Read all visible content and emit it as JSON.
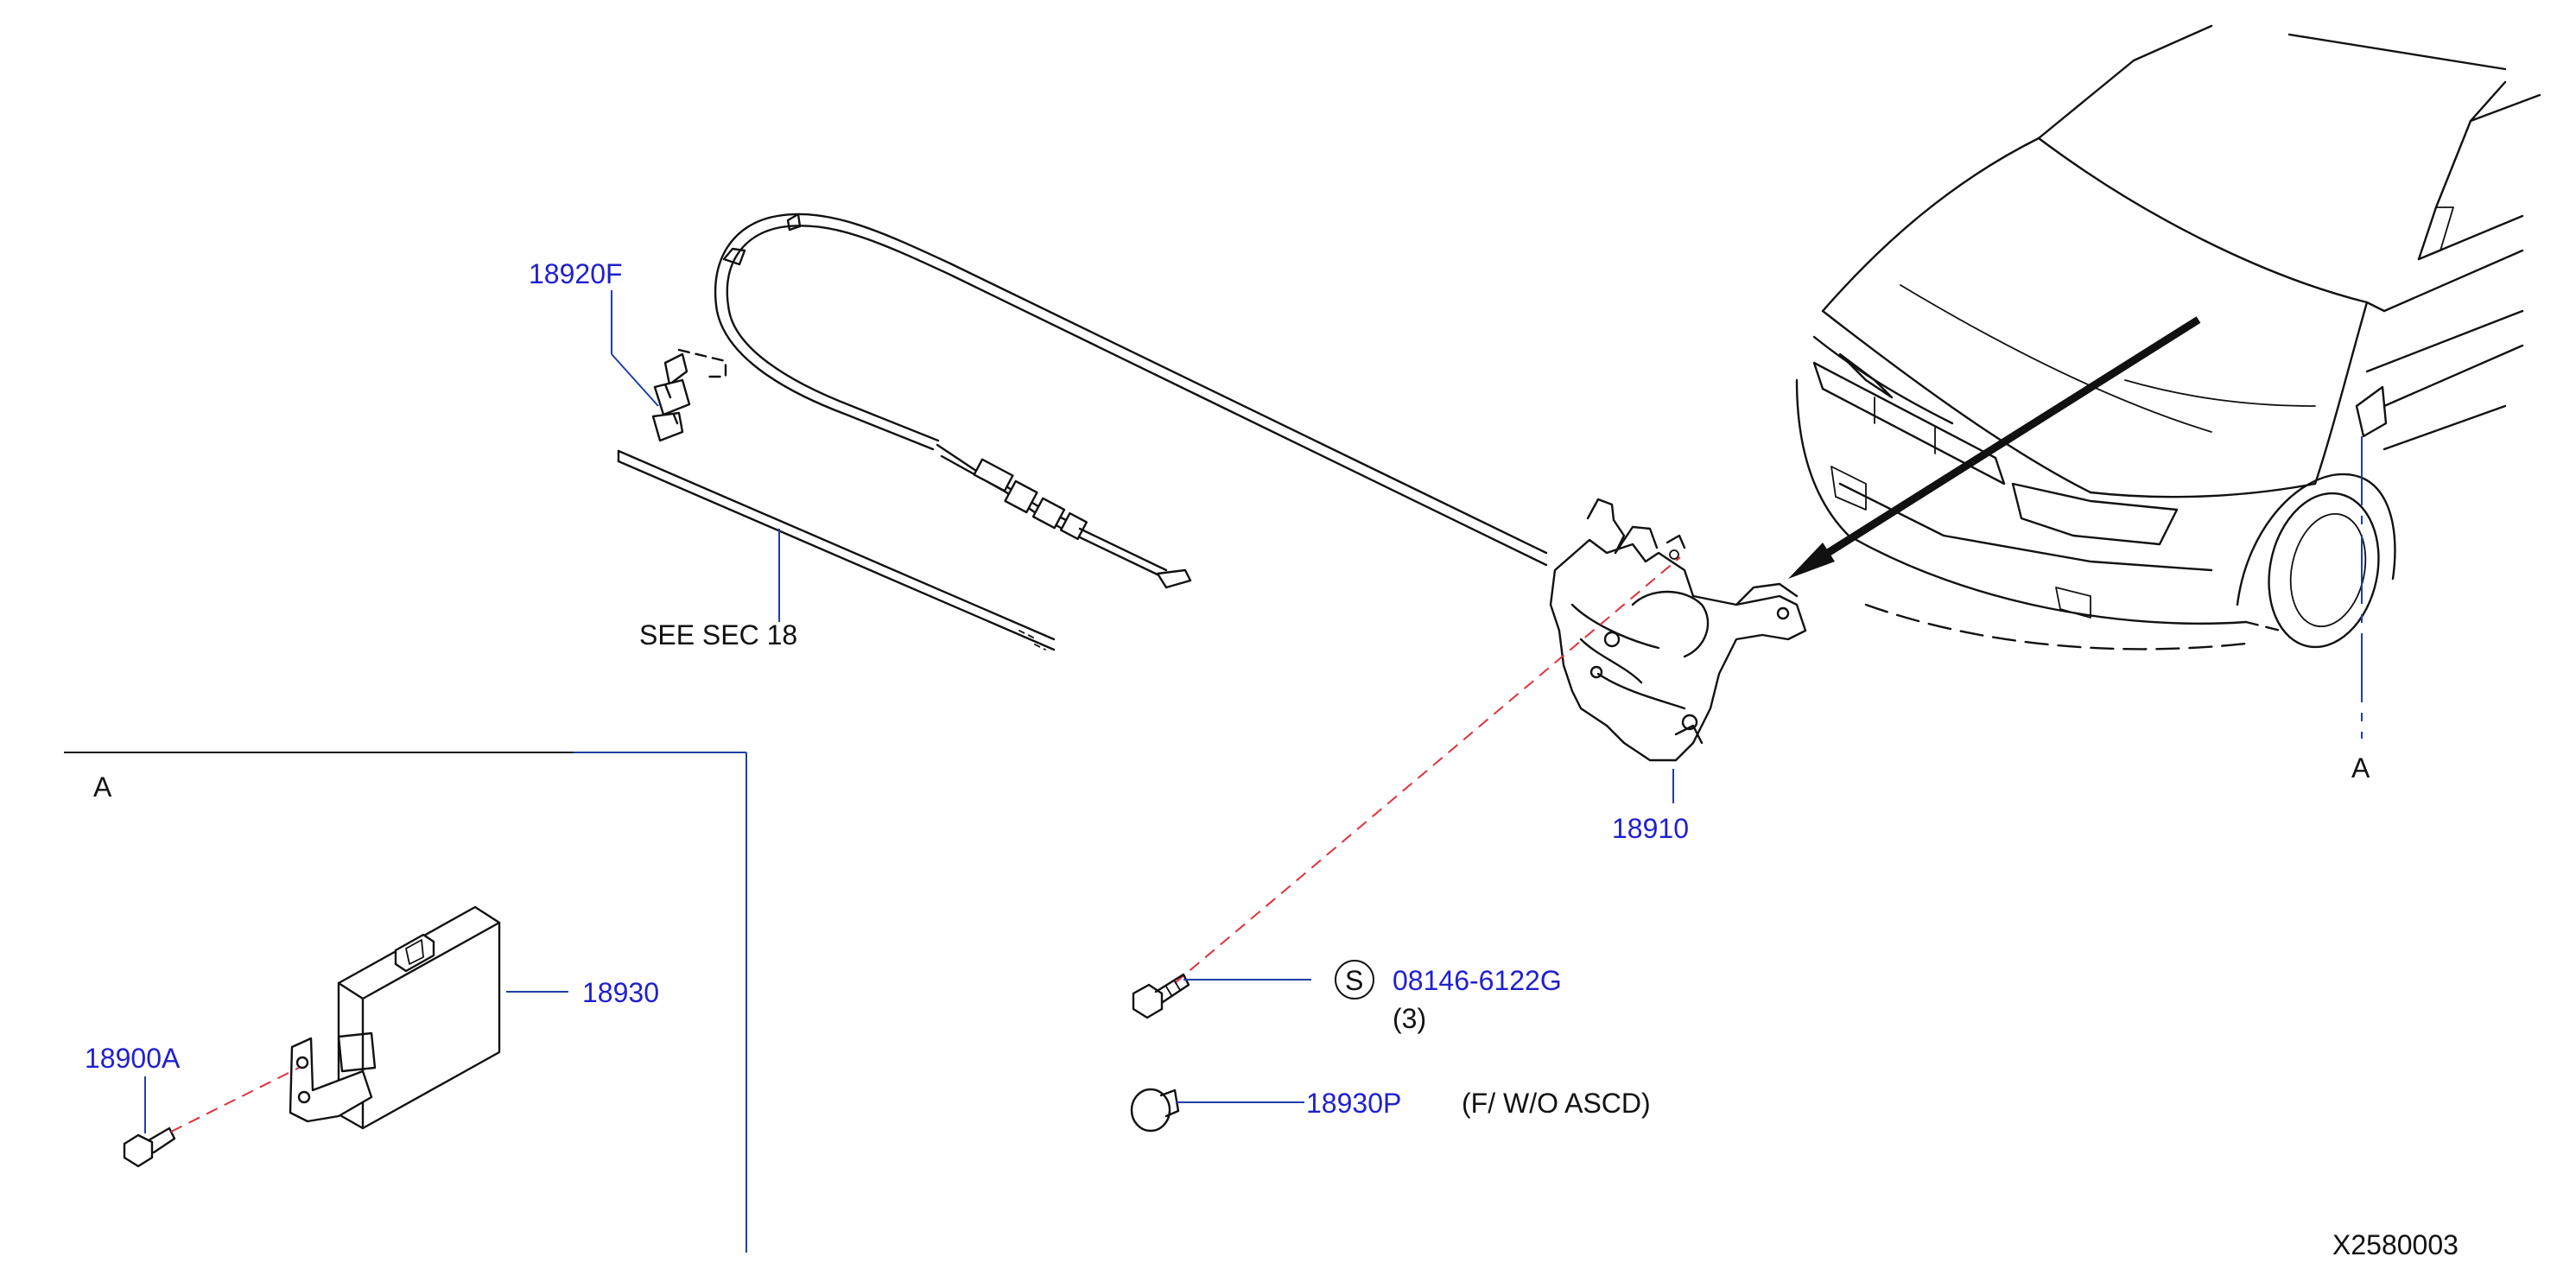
{
  "labels": {
    "cable_clip": "18920F",
    "see_sec": "SEE SEC 18",
    "actuator": "18910",
    "view_a_ref": "A",
    "inset_title": "A",
    "control_unit": "18930",
    "inset_bolt": "18900A",
    "screw_symbol": "S",
    "screw": "08146-6122G",
    "screw_qty": "(3)",
    "plug": "18930P",
    "plug_note": "(F/  W/O  ASCD)",
    "figure_code": "X2580003"
  },
  "colors": {
    "part_number": "#1f1fcf",
    "leader": "#1f3fa8",
    "dashed_guide": "#e0303a",
    "drawing": "#111111"
  }
}
